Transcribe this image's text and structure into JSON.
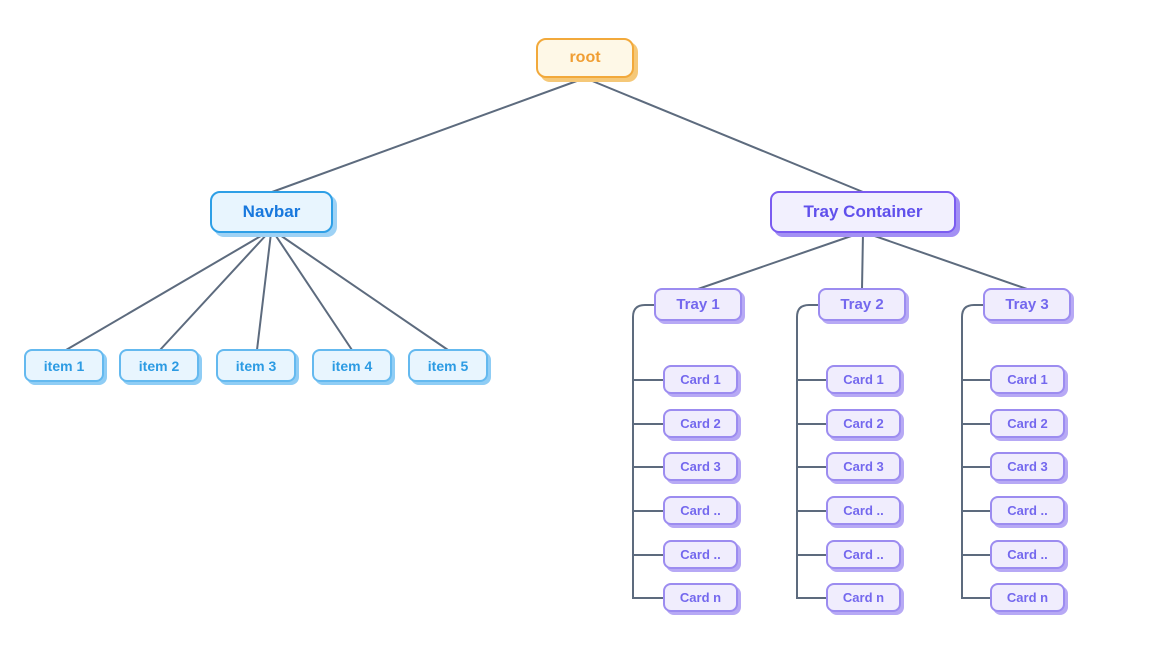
{
  "diagram": {
    "root": {
      "label": "root"
    },
    "navbar": {
      "label": "Navbar",
      "items": [
        {
          "label": "item 1"
        },
        {
          "label": "item 2"
        },
        {
          "label": "item 3"
        },
        {
          "label": "item 4"
        },
        {
          "label": "item 5"
        }
      ]
    },
    "tray_container": {
      "label": "Tray Container",
      "trays": [
        {
          "label": "Tray 1",
          "cards": [
            "Card 1",
            "Card 2",
            "Card 3",
            "Card ..",
            "Card ..",
            "Card n"
          ]
        },
        {
          "label": "Tray 2",
          "cards": [
            "Card 1",
            "Card 2",
            "Card 3",
            "Card ..",
            "Card ..",
            "Card n"
          ]
        },
        {
          "label": "Tray 3",
          "cards": [
            "Card 1",
            "Card 2",
            "Card 3",
            "Card ..",
            "Card ..",
            "Card n"
          ]
        }
      ]
    },
    "colors": {
      "edge_line": "#5d6b7e",
      "root_fill": "#fef8e7",
      "root_border": "#f2a93b",
      "root_text": "#f09e33",
      "root_shadow": "#f5c878",
      "navbar_fill": "#e8f5fe",
      "navbar_border": "#2e9fe6",
      "navbar_text": "#1878dd",
      "navbar_shadow": "#9ed2f5",
      "item_border": "#64b9ef",
      "item_text": "#2c9be3",
      "tray_container_fill": "#f2f0fe",
      "tray_container_border": "#7b5cf0",
      "tray_container_text": "#6050ec",
      "tray_fill": "#f0edfd",
      "tray_border": "#9c8cf0",
      "tray_text": "#7468ee",
      "tray_shadow": "#b7a9f5"
    }
  }
}
